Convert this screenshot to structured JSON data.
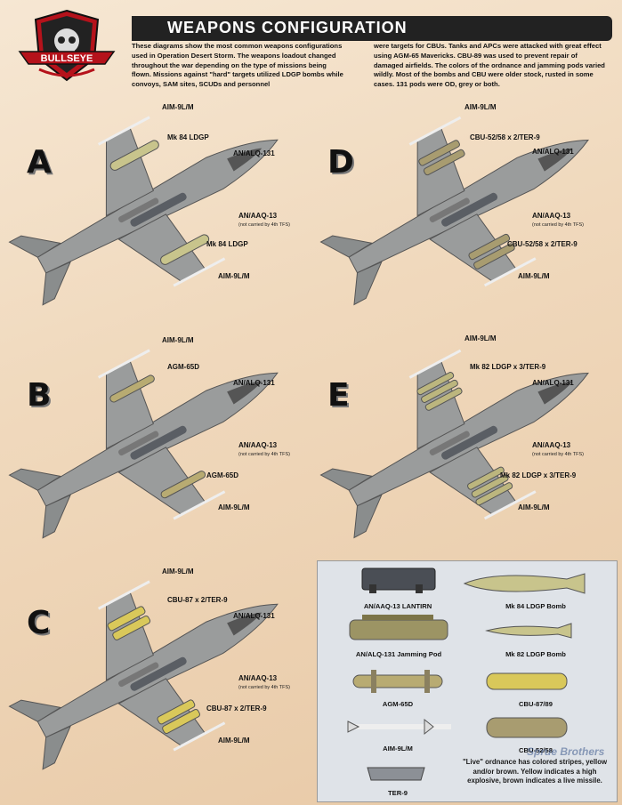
{
  "header": {
    "title": "WEAPONS CONFIGURATION",
    "logo_text": "BULLSEYE"
  },
  "intro": {
    "col1": "These diagrams show the most common weapons configurations used in Operation Desert Storm. The weapons loadout changed throughout the war depending on the type of missions being flown. Missions against \"hard\" targets utilized LDGP bombs while convoys, SAM sites, SCUDs and personnel",
    "col2": "were targets for CBUs. Tanks and APCs were attacked with great effect using AGM-65 Mavericks. CBU-89 was used to prevent repair of damaged airfields. The colors of the ordnance and jamming pods varied wildly. Most of the bombs and CBU were older stock, rusted in some cases. 131 pods were OD, grey or both."
  },
  "configs": {
    "A": {
      "letter": "A",
      "top_aim": "AIM-9L/M",
      "upper": "Mk 84 LDGP",
      "ecm": "AN/ALQ-131",
      "pod": "AN/AAQ-13",
      "pod_note": "(not carried by 4th TFS)",
      "lower": "Mk 84 LDGP",
      "bot_aim": "AIM-9L/M"
    },
    "B": {
      "letter": "B",
      "top_aim": "AIM-9L/M",
      "upper": "AGM-65D",
      "ecm": "AN/ALQ-131",
      "pod": "AN/AAQ-13",
      "pod_note": "(not carried by 4th TFS)",
      "lower": "AGM-65D",
      "bot_aim": "AIM-9L/M"
    },
    "C": {
      "letter": "C",
      "top_aim": "AIM-9L/M",
      "upper": "CBU-87 x 2/TER-9",
      "ecm": "AN/ALQ-131",
      "pod": "AN/AAQ-13",
      "pod_note": "(not carried by 4th TFS)",
      "lower": "CBU-87 x 2/TER-9",
      "bot_aim": "AIM-9L/M"
    },
    "D": {
      "letter": "D",
      "top_aim": "AIM-9L/M",
      "upper": "CBU-52/58 x 2/TER-9",
      "ecm": "AN/ALQ-131",
      "pod": "AN/AAQ-13",
      "pod_note": "(not carried by 4th TFS)",
      "lower": "CBU-52/58 x 2/TER-9",
      "bot_aim": "AIM-9L/M"
    },
    "E": {
      "letter": "E",
      "top_aim": "AIM-9L/M",
      "upper": "Mk 82 LDGP x 3/TER-9",
      "ecm": "AN/ALQ-131",
      "pod": "AN/AAQ-13",
      "pod_note": "(not carried by 4th TFS)",
      "lower": "Mk 82 LDGP x 3/TER-9",
      "bot_aim": "AIM-9L/M"
    }
  },
  "legend": {
    "aaq13": "AN/AAQ-13 LANTIRN",
    "mk84": "Mk 84 LDGP Bomb",
    "alq131": "AN/ALQ-131 Jamming Pod",
    "mk82": "Mk 82 LDGP Bomb",
    "agm65": "AGM-65D",
    "cbu87": "CBU-87/89",
    "aim9": "AIM-9L/M",
    "cbu52": "CBU-52/58",
    "ter9": "TER-9",
    "note": "\"Live\" ordnance has colored stripes, yellow and/or brown. Yellow indicates a high explosive, brown indicates a live missile."
  },
  "watermark": "Sprue Brothers",
  "colors": {
    "airframe": "#9a9c9c",
    "airframe_dark": "#6f7272",
    "bomb_tan": "#c8c48c",
    "pod_grey": "#5a5e64",
    "accent_red": "#8b1a1a"
  }
}
